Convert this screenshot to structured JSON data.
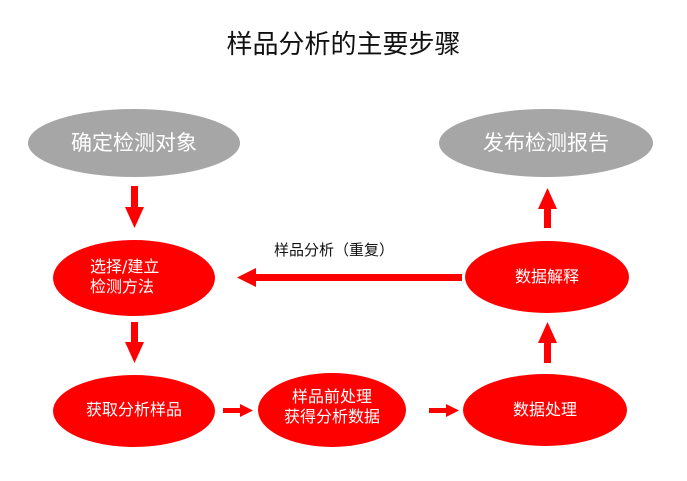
{
  "title": "样品分析的主要步骤",
  "colors": {
    "gray_node": "#a6a6a6",
    "red_node": "#ff0000",
    "arrow": "#ff0000",
    "node_text": "#ffffff",
    "title_text": "#111111"
  },
  "nodes": {
    "determine_target": {
      "line1": "确定检测对象",
      "line2": ""
    },
    "publish_report": {
      "line1": "发布检测报告",
      "line2": ""
    },
    "select_method": {
      "line1": "选择/建立",
      "line2": "检测方法"
    },
    "interpret_data": {
      "line1": "数据解释",
      "line2": ""
    },
    "obtain_sample": {
      "line1": "获取分析样品",
      "line2": ""
    },
    "pretreatment": {
      "line1": "样品前处理",
      "line2": "获得分析数据"
    },
    "process_data": {
      "line1": "数据处理",
      "line2": ""
    }
  },
  "edges": [
    {
      "from": "determine_target",
      "to": "select_method",
      "direction": "down",
      "label": ""
    },
    {
      "from": "select_method",
      "to": "obtain_sample",
      "direction": "down",
      "label": ""
    },
    {
      "from": "obtain_sample",
      "to": "pretreatment",
      "direction": "right",
      "label": ""
    },
    {
      "from": "pretreatment",
      "to": "process_data",
      "direction": "right",
      "label": ""
    },
    {
      "from": "process_data",
      "to": "interpret_data",
      "direction": "up",
      "label": ""
    },
    {
      "from": "interpret_data",
      "to": "publish_report",
      "direction": "up",
      "label": ""
    },
    {
      "from": "interpret_data",
      "to": "select_method",
      "direction": "left",
      "label": "样品分析（重复）"
    }
  ]
}
